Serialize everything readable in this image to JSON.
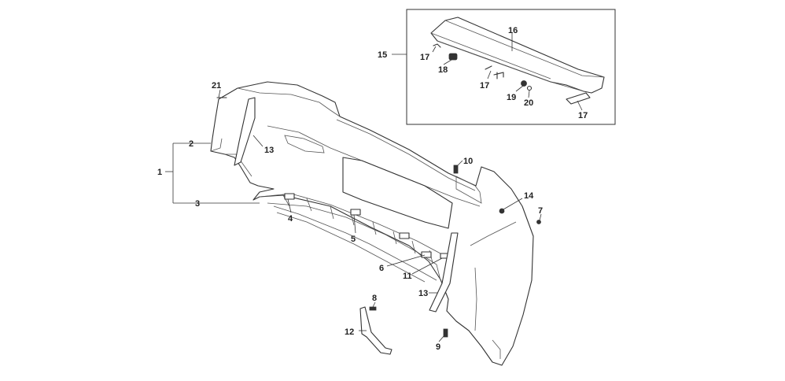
{
  "callouts": [
    {
      "id": "c1",
      "label": "1"
    },
    {
      "id": "c2",
      "label": "2"
    },
    {
      "id": "c3",
      "label": "3"
    },
    {
      "id": "c4",
      "label": "4"
    },
    {
      "id": "c5",
      "label": "5"
    },
    {
      "id": "c6",
      "label": "6"
    },
    {
      "id": "c7",
      "label": "7"
    },
    {
      "id": "c8",
      "label": "8"
    },
    {
      "id": "c9",
      "label": "9"
    },
    {
      "id": "c10",
      "label": "10"
    },
    {
      "id": "c11",
      "label": "11"
    },
    {
      "id": "c12",
      "label": "12"
    },
    {
      "id": "c13a",
      "label": "13"
    },
    {
      "id": "c13b",
      "label": "13"
    },
    {
      "id": "c14",
      "label": "14"
    },
    {
      "id": "c15",
      "label": "15"
    },
    {
      "id": "c16",
      "label": "16"
    },
    {
      "id": "c17a",
      "label": "17"
    },
    {
      "id": "c17b",
      "label": "17"
    },
    {
      "id": "c17c",
      "label": "17"
    },
    {
      "id": "c18",
      "label": "18"
    },
    {
      "id": "c19",
      "label": "19"
    },
    {
      "id": "c20",
      "label": "20"
    },
    {
      "id": "c21",
      "label": "21"
    }
  ]
}
